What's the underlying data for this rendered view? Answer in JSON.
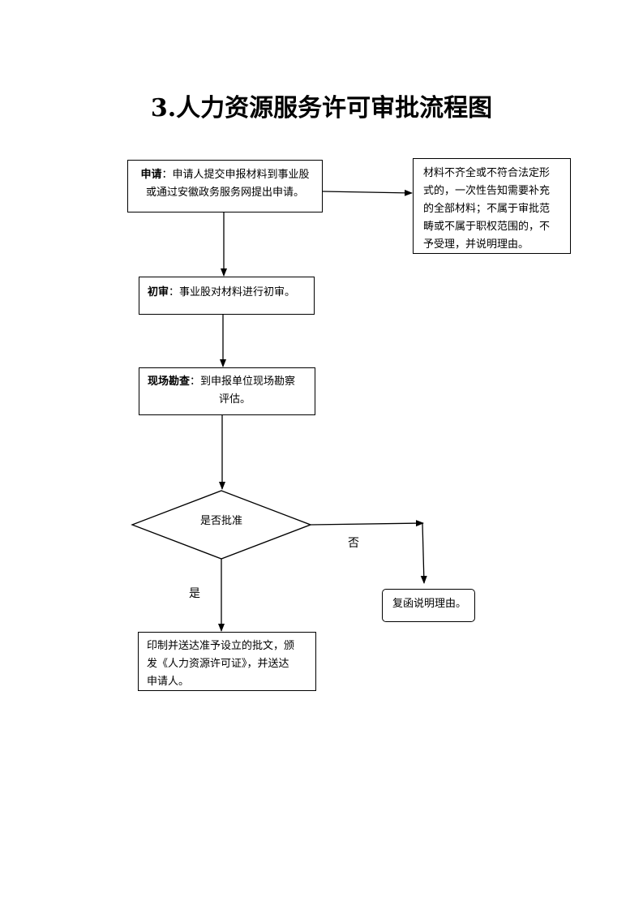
{
  "title": "3.人力资源服务许可审批流程图",
  "steps": {
    "apply": {
      "label": "申请",
      "colon": "：",
      "text_line1": "申请人提交申报材料到事业股",
      "text_line2": "或通过安徽政务服务网提出申请。"
    },
    "reject": {
      "lines": [
        "材料不齐全或不符合法定形",
        "式的，一次性告知需要补充",
        "的全部材料；不属于审批范",
        "畴或不属于职权范围的，不",
        "予受理，并说明理由。"
      ]
    },
    "initial_review": {
      "label": "初审",
      "colon": "：",
      "text": "事业股对材料进行初审。"
    },
    "site_inspection": {
      "label": "现场勘查",
      "colon": "：",
      "text_line1": "到申报单位现场勘察",
      "text_line2": "评估。"
    },
    "decision": {
      "text": "是否批准"
    },
    "no_label": "否",
    "yes_label": "是",
    "reply": {
      "text": "复函说明理由。"
    },
    "issue": {
      "lines": [
        "印制并送达准予设立的批文，颁",
        "发《人力资源许可证》，并送达",
        "申请人。"
      ]
    }
  }
}
